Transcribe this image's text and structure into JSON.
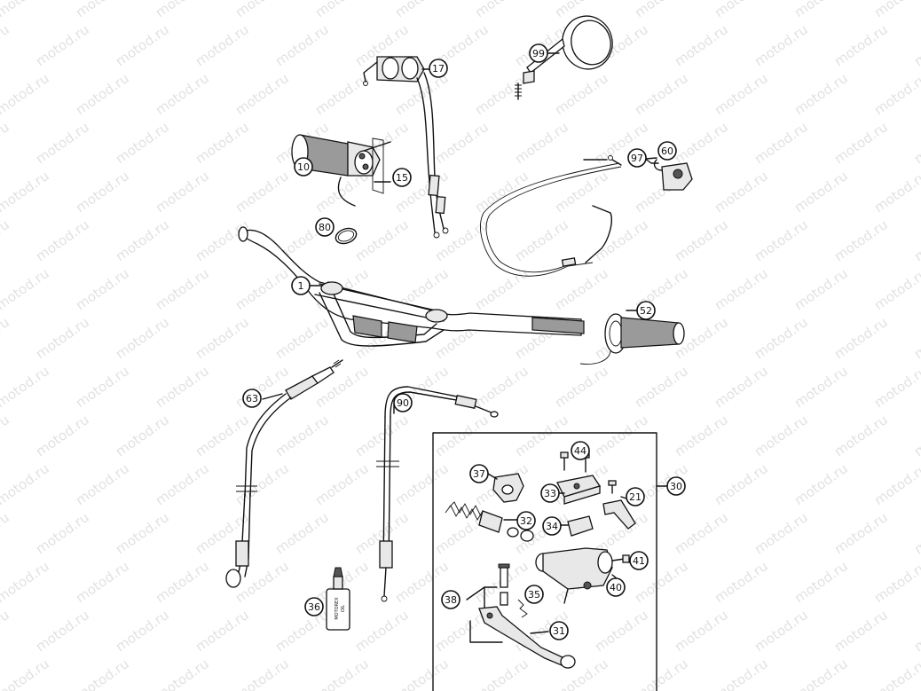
{
  "watermark": {
    "text": "motod.ru"
  },
  "callouts": [
    {
      "id": "c1",
      "label": "1"
    },
    {
      "id": "c10",
      "label": "10"
    },
    {
      "id": "c15",
      "label": "15"
    },
    {
      "id": "c17",
      "label": "17"
    },
    {
      "id": "c21",
      "label": "21"
    },
    {
      "id": "c30",
      "label": "30"
    },
    {
      "id": "c31",
      "label": "31"
    },
    {
      "id": "c32",
      "label": "32"
    },
    {
      "id": "c33",
      "label": "33"
    },
    {
      "id": "c34",
      "label": "34"
    },
    {
      "id": "c35",
      "label": "35"
    },
    {
      "id": "c36",
      "label": "36"
    },
    {
      "id": "c37",
      "label": "37"
    },
    {
      "id": "c38",
      "label": "38"
    },
    {
      "id": "c40",
      "label": "40"
    },
    {
      "id": "c41",
      "label": "41"
    },
    {
      "id": "c44",
      "label": "44"
    },
    {
      "id": "c52",
      "label": "52"
    },
    {
      "id": "c60",
      "label": "60"
    },
    {
      "id": "c63",
      "label": "63"
    },
    {
      "id": "c80",
      "label": "80"
    },
    {
      "id": "c90",
      "label": "90"
    },
    {
      "id": "c97",
      "label": "97"
    },
    {
      "id": "c99",
      "label": "99"
    }
  ],
  "bottle_label": {
    "line1": "MOTOREX",
    "line2": "OIL"
  }
}
